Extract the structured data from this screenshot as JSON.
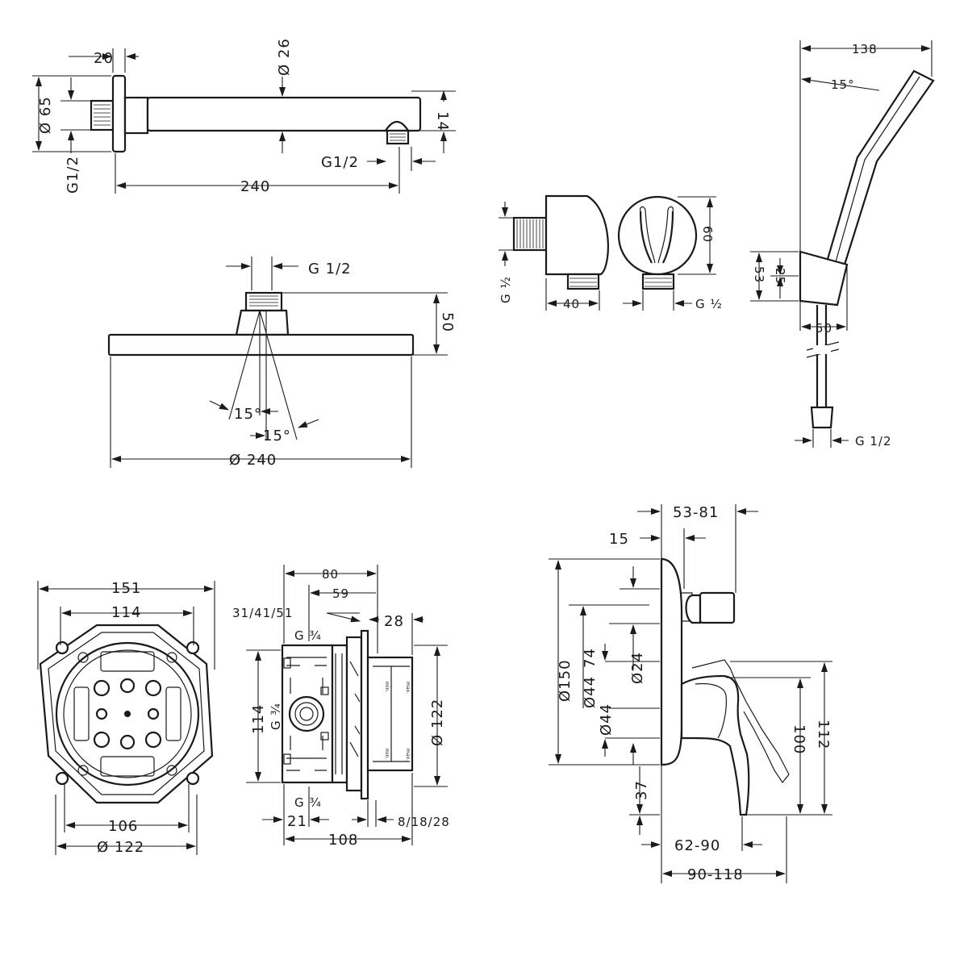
{
  "shower_arm": {
    "dim_20": "20",
    "dim_d26": "Ø 26",
    "dim_d65": "Ø 65",
    "dim_14": "14",
    "dim_g12_left": "G1/2",
    "dim_g12_outlet": "G1/2",
    "dim_240": "240"
  },
  "overhead_shower": {
    "dim_g12": "G 1/2",
    "dim_50": "50",
    "angle_a": "15°",
    "angle_b": "15°",
    "dim_d240": "Ø  240"
  },
  "wall_outlet": {
    "dim_g12_side": "G ½",
    "dim_40": "40",
    "dim_60": "60",
    "dim_g12_bottom": "G ½"
  },
  "hand_shower": {
    "dim_138": "138",
    "angle": "15°",
    "dim_53": "53",
    "dim_25": "25",
    "dim_50": "50",
    "dim_g12": "G 1/2"
  },
  "install_box_front": {
    "dim_151": "151",
    "dim_114": "114",
    "dim_106": "106",
    "dim_d122": "Ø  122"
  },
  "install_box_side": {
    "dim_80": "80",
    "dim_59": "59",
    "dim_313141": "31/41/51",
    "dim_28": "28",
    "g34_top": "G ¾",
    "dim_114": "114",
    "g34_mid": "G ¾",
    "dim_d122": "Ø  122",
    "g34_bottom": "G ¾",
    "dim_21": "21",
    "dim_81828": "8/18/28",
    "dim_108": "108",
    "mark_min_top": "min.",
    "mark_max_top": "max.",
    "mark_min_bottom": "min.",
    "mark_max_bottom": "max."
  },
  "mixer": {
    "dim_5381": "53-81",
    "dim_15": "15",
    "dim_d150": "Ø150",
    "dim_74": "74",
    "dim_d24": "Ø24",
    "dim_d44a": "Ø44",
    "dim_d44b": "Ø44",
    "dim_100": "100",
    "dim_112": "112",
    "dim_37": "37",
    "dim_6290": "62-90",
    "dim_90118": "90-118"
  }
}
